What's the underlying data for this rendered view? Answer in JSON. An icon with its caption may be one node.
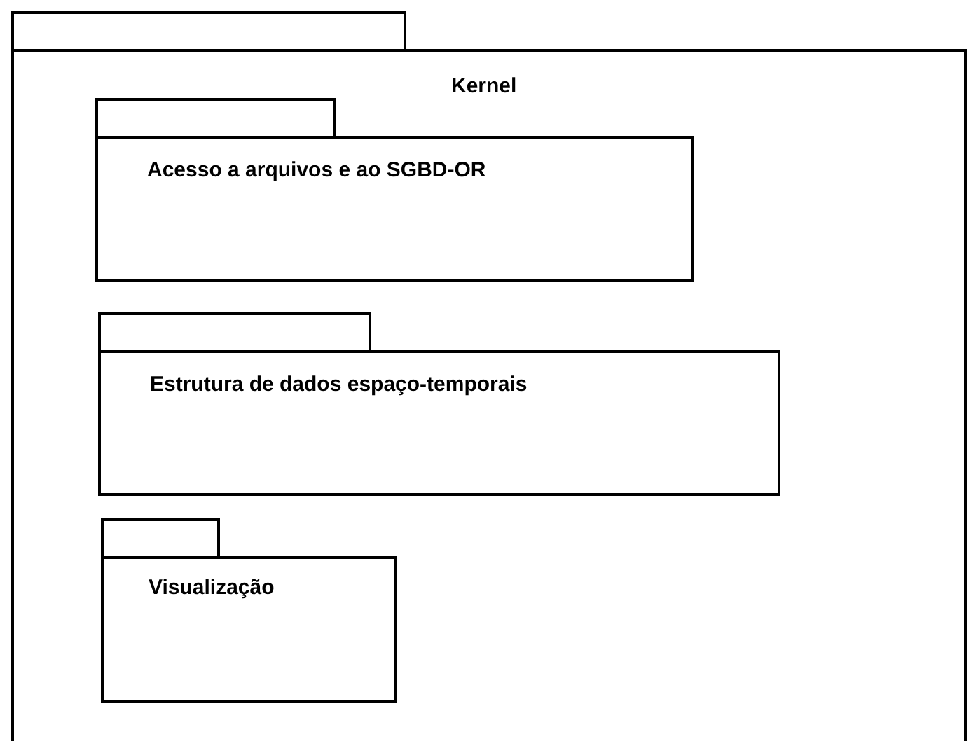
{
  "diagram": {
    "nodes": [
      {
        "text": [
          "Kernel"
        ]
      },
      {
        "text": [
          "Acesso a arquivos e ao SGBD-OR"
        ],
        "in": 0
      },
      {
        "text": [
          "Estrutura de dados espaço-temporais"
        ],
        "in": 0
      },
      {
        "text": [
          "Visualização"
        ],
        "in": 0
      }
    ]
  }
}
